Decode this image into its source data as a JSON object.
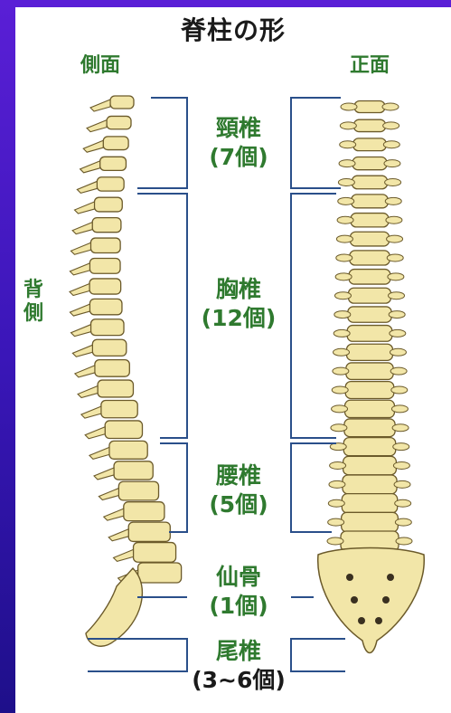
{
  "title": "脊柱の形",
  "views": {
    "side": "側面",
    "front": "正面"
  },
  "back_label": [
    "背",
    "側"
  ],
  "segments": [
    {
      "name": "頸椎",
      "count": "(7個)"
    },
    {
      "name": "胸椎",
      "count": "(12個)"
    },
    {
      "name": "腰椎",
      "count": "(5個)"
    },
    {
      "name": "仙骨",
      "count": "(1個)"
    },
    {
      "name": "尾椎",
      "count": "(3~6個)"
    }
  ],
  "colors": {
    "background": "#4a1ac8",
    "panel": "#ffffff",
    "label_green": "#2f7a2f",
    "bracket_blue": "#2a4f8a",
    "bone": "#f2e6a8",
    "bone_outline": "#6b5a2a"
  }
}
